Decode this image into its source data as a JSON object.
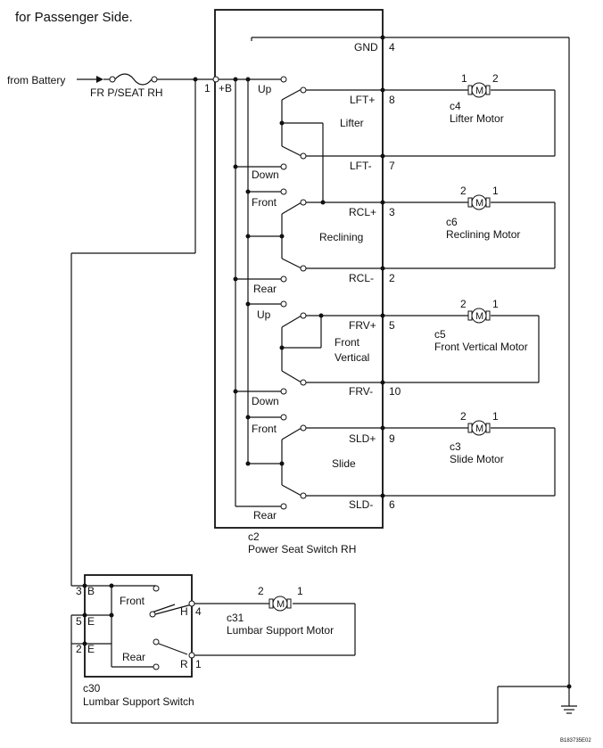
{
  "header": {
    "title": "for Passenger Side."
  },
  "battery": {
    "label": "from Battery",
    "fuse": "FR P/SEAT RH"
  },
  "switch_c2": {
    "code": "c2",
    "name": "Power Seat Switch RH",
    "left_pin": "1",
    "left_pin_name": "+B",
    "pins": {
      "gnd": {
        "name": "GND",
        "num": "4"
      },
      "lft_plus": {
        "name": "LFT+",
        "num": "8"
      },
      "lft_minus": {
        "name": "LFT-",
        "num": "7"
      },
      "rcl_plus": {
        "name": "RCL+",
        "num": "3"
      },
      "rcl_minus": {
        "name": "RCL-",
        "num": "2"
      },
      "frv_plus": {
        "name": "FRV+",
        "num": "5"
      },
      "frv_minus": {
        "name": "FRV-",
        "num": "10"
      },
      "sld_plus": {
        "name": "SLD+",
        "num": "9"
      },
      "sld_minus": {
        "name": "SLD-",
        "num": "6"
      }
    },
    "sections": {
      "lifter": {
        "name": "Lifter",
        "up": "Up",
        "down": "Down"
      },
      "reclining": {
        "name": "Reclining",
        "front": "Front",
        "rear": "Rear"
      },
      "front_vertical": {
        "name_line1": "Front",
        "name_line2": "Vertical",
        "up": "Up",
        "down": "Down"
      },
      "slide": {
        "name": "Slide",
        "front": "Front",
        "rear": "Rear"
      }
    }
  },
  "motors": {
    "c4": {
      "code": "c4",
      "name": "Lifter Motor",
      "pin_left": "1",
      "pin_right": "2",
      "symbol": "M"
    },
    "c6": {
      "code": "c6",
      "name": "Reclining Motor",
      "pin_left": "2",
      "pin_right": "1",
      "symbol": "M"
    },
    "c5": {
      "code": "c5",
      "name": "Front Vertical Motor",
      "pin_left": "2",
      "pin_right": "1",
      "symbol": "M"
    },
    "c3": {
      "code": "c3",
      "name": "Slide Motor",
      "pin_left": "2",
      "pin_right": "1",
      "symbol": "M"
    },
    "c31": {
      "code": "c31",
      "name": "Lumbar Support Motor",
      "pin_left": "2",
      "pin_right": "1",
      "symbol": "M"
    }
  },
  "switch_c30": {
    "code": "c30",
    "name": "Lumbar Support Switch",
    "pins": {
      "b": {
        "num": "3",
        "name": "B"
      },
      "e1": {
        "num": "5",
        "name": "E"
      },
      "e2": {
        "num": "2",
        "name": "E"
      },
      "h": {
        "name": "H",
        "num": "4"
      },
      "r": {
        "name": "R",
        "num": "1"
      }
    },
    "front": "Front",
    "rear": "Rear"
  },
  "footer": {
    "doc_id": "B183735E02"
  }
}
